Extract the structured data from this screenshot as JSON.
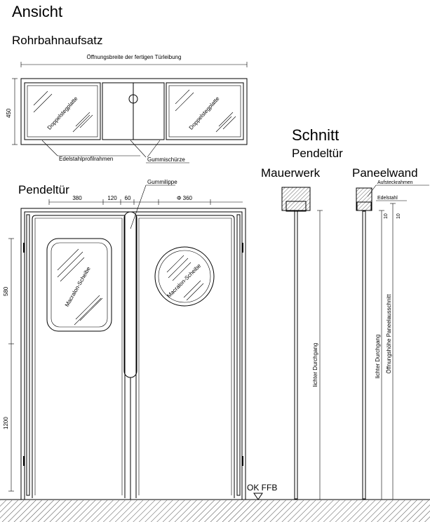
{
  "titles": {
    "ansicht": "Ansicht",
    "rohrbahnaufsatz": "Rohrbahnaufsatz",
    "pendeltuer_left": "Pendeltür",
    "schnitt": "Schnitt",
    "pendeltuer_right": "Pendeltür",
    "mauerwerk": "Mauerwerk",
    "paneelwand": "Paneelwand"
  },
  "labels": {
    "oeffnungsbreite": "Öffnungsbreite der fertigen Türleibung",
    "dim_450": "450",
    "doppelstegplatte_left": "Doppelstegplatte",
    "doppelstegplatte_right": "Doppelstegplatte",
    "edelstahlprofilrahmen": "Edelstahlprofilrahmen",
    "gummischuerze": "Gummischürze",
    "gummilippe": "Gummilippe",
    "dim_380": "380",
    "dim_120": "120",
    "dim_60": "60",
    "dim_360": "Φ 360",
    "dim_580": "580",
    "dim_1200": "1200",
    "macralon_left": "Macralon-Scheibe",
    "macralon_right": "Macralon-Scheibe",
    "ok_ffb": "OK  FFB",
    "aufsteckrahmen": "Aufsteckrahmen",
    "edelstahl": "Edelstahl",
    "dim_10_a": "10",
    "dim_10_b": "10",
    "lichter_durchgang_1": "lichter Durchgang",
    "lichter_durchgang_2": "lichter Durchgang",
    "oeffnungshoehe": "Öffnungshöhe Paneelausschnitt"
  }
}
